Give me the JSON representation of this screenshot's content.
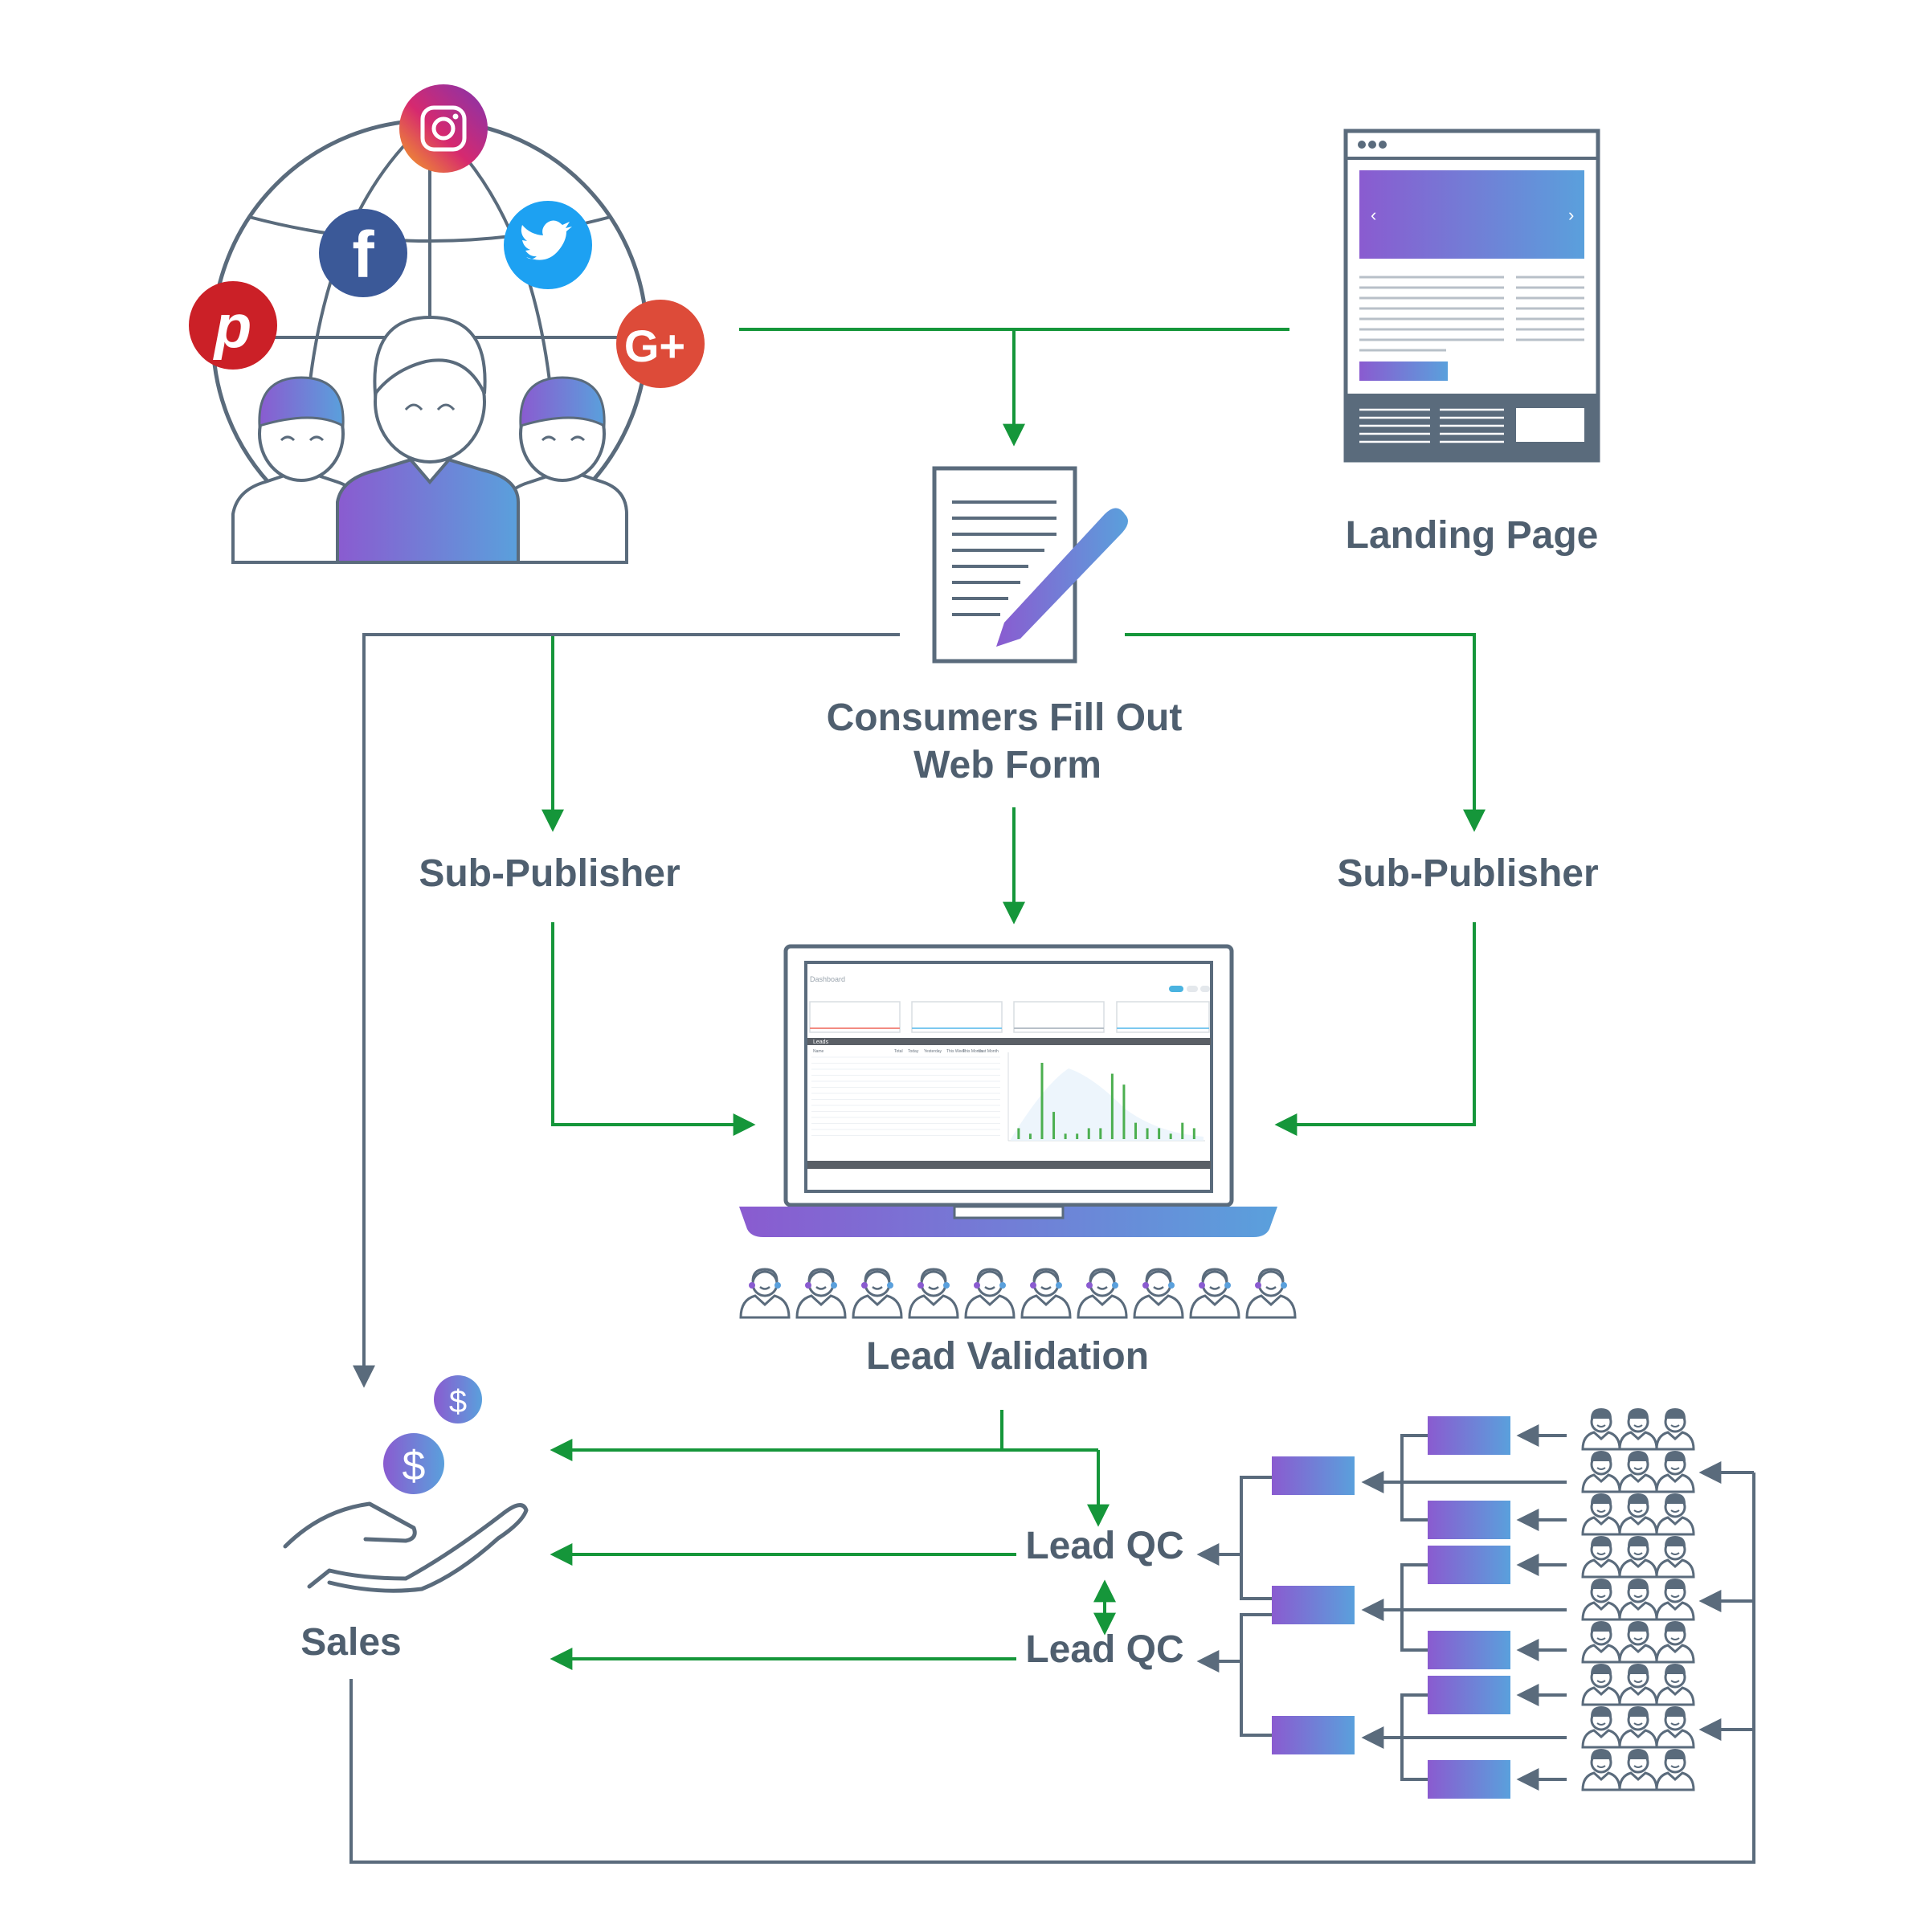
{
  "labels": {
    "landing_page": "Landing Page",
    "web_form_line1": "Consumers Fill Out",
    "web_form_line2": "Web Form",
    "sub_publisher_left": "Sub-Publisher",
    "sub_publisher_right": "Sub-Publisher",
    "lead_validation": "Lead Validation",
    "lead_qc_top": "Lead QC",
    "lead_qc_bottom": "Lead QC",
    "sales": "Sales"
  },
  "social_icons": [
    "instagram-icon",
    "facebook-icon",
    "twitter-icon",
    "pinterest-icon",
    "google-plus-icon"
  ],
  "dashboard": {
    "title": "Dashboard",
    "section": "Leads",
    "columns": [
      "Name",
      "Total",
      "Today",
      "Yesterday",
      "This Week",
      "This Month",
      "Last Month"
    ],
    "bar_values": [
      2,
      1,
      14,
      5,
      1,
      1,
      2,
      2,
      12,
      10,
      3,
      2,
      2,
      1,
      3,
      2
    ]
  },
  "money_symbol": "$",
  "colors": {
    "green_arrow": "#15963a",
    "gray_line": "#5a6b7c",
    "label": "#4f5f6f",
    "gradient_start": "#8a5bd0",
    "gradient_end": "#5aa0dc",
    "instagram": "#d6296f",
    "facebook": "#3b5998",
    "twitter": "#1da1f2",
    "pinterest": "#cb2027",
    "google_plus": "#dd4b39"
  }
}
